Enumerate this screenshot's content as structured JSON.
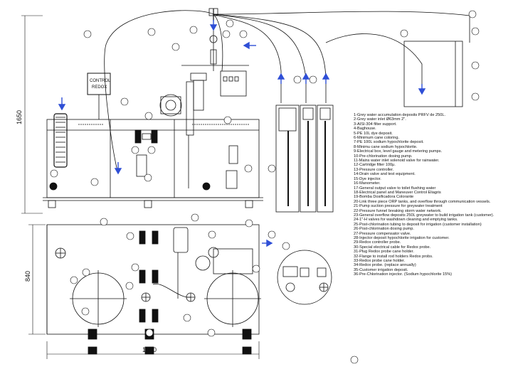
{
  "dimensions": {
    "height_elevation": "1650",
    "height_plan": "840",
    "width_plan": "1690"
  },
  "sign_label": "CONTROL REDOX",
  "legend": [
    "1-Grey water accumulation deposits PRFV de 250L.",
    "2-Grey water inlet Ø63mm 2\".",
    "3-AISI-304 filter support.",
    "4-Baghouse.",
    "5-PE 10L dye deposit.",
    "6-Minimum cane coloring.",
    "7-PE 100L sodium hypochlorite deposit.",
    "8-Minimu cane sodium hypochlorite.",
    "9-Electrical box, level gauge and metering pumps.",
    "10-Pre-chlorination dosing pump.",
    "11-Mains water inlet solenoid valve for rainwater.",
    "12-Cartridge filter 100μ.",
    "13-Pressure controller.",
    "14-Drain valve and test equipment.",
    "15-Dye injector.",
    "16-Manometer.",
    "17-General output valve to toilet flushing water",
    "18-Electrical panel and Maneuver Control Eliagris",
    "19-Bomba Dosificadora Colorante",
    "20-Link three piece ORP tanks, and overflow through communication vessels.",
    "21-Pump suction pressure for greywater treatment",
    "22-Pressure funnel breaking storm water network.",
    "23-General overflow deposits 250L greywater to build irrigation tank (customer).",
    "24-1\"-H valves for washdown cleaning and emptying tanks.",
    "25-Post-chlorination tubing to deposit for irrigation (customer installation)",
    "26-Post-chlorination dosing pump.",
    "27-Pressure compensator valve.",
    "28-Injector deposit hypochlorite irrigation for customer.",
    "29-Redox controller probe.",
    "30-Special electrical cable for Redox probe.",
    "31-Plug Redox probe cane holder.",
    "32-Flange to install rod holders Redox probs.",
    "33-Redox probe cane holder.",
    "34-Redox probe. (replace annually)",
    "35-Customer irrigation deposit.",
    "36-Pre-Chlorination injector. (Sodium hypochlorite 15%)"
  ],
  "colors": {
    "line": "#111111",
    "flow_arrow": "#2f4fd6",
    "background": "#ffffff"
  },
  "icons": [
    "flow-arrow-icon",
    "valve-icon",
    "pump-icon",
    "manometer-icon",
    "lightning-icon",
    "crosshair-icon"
  ]
}
